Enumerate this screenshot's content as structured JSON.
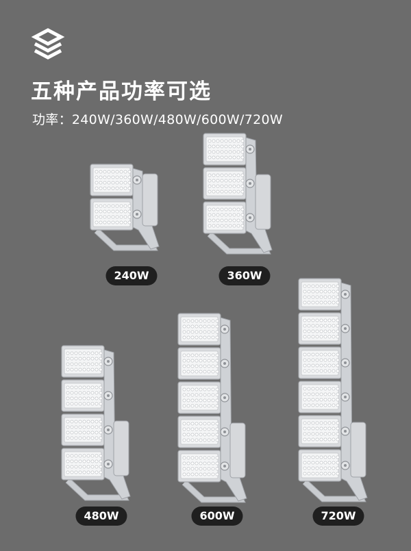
{
  "header": {
    "icon": "layers-icon",
    "title": "五种产品功率可选",
    "subtitle": "功率：240W/360W/480W/600W/720W"
  },
  "products": [
    {
      "label": "240W",
      "modules": 2
    },
    {
      "label": "360W",
      "modules": 3
    },
    {
      "label": "480W",
      "modules": 4
    },
    {
      "label": "600W",
      "modules": 5
    },
    {
      "label": "720W",
      "modules": 6
    }
  ],
  "colors": {
    "background": "#6c6c6c",
    "badge": "#1f1f1f",
    "housing": "#d9dbde"
  }
}
